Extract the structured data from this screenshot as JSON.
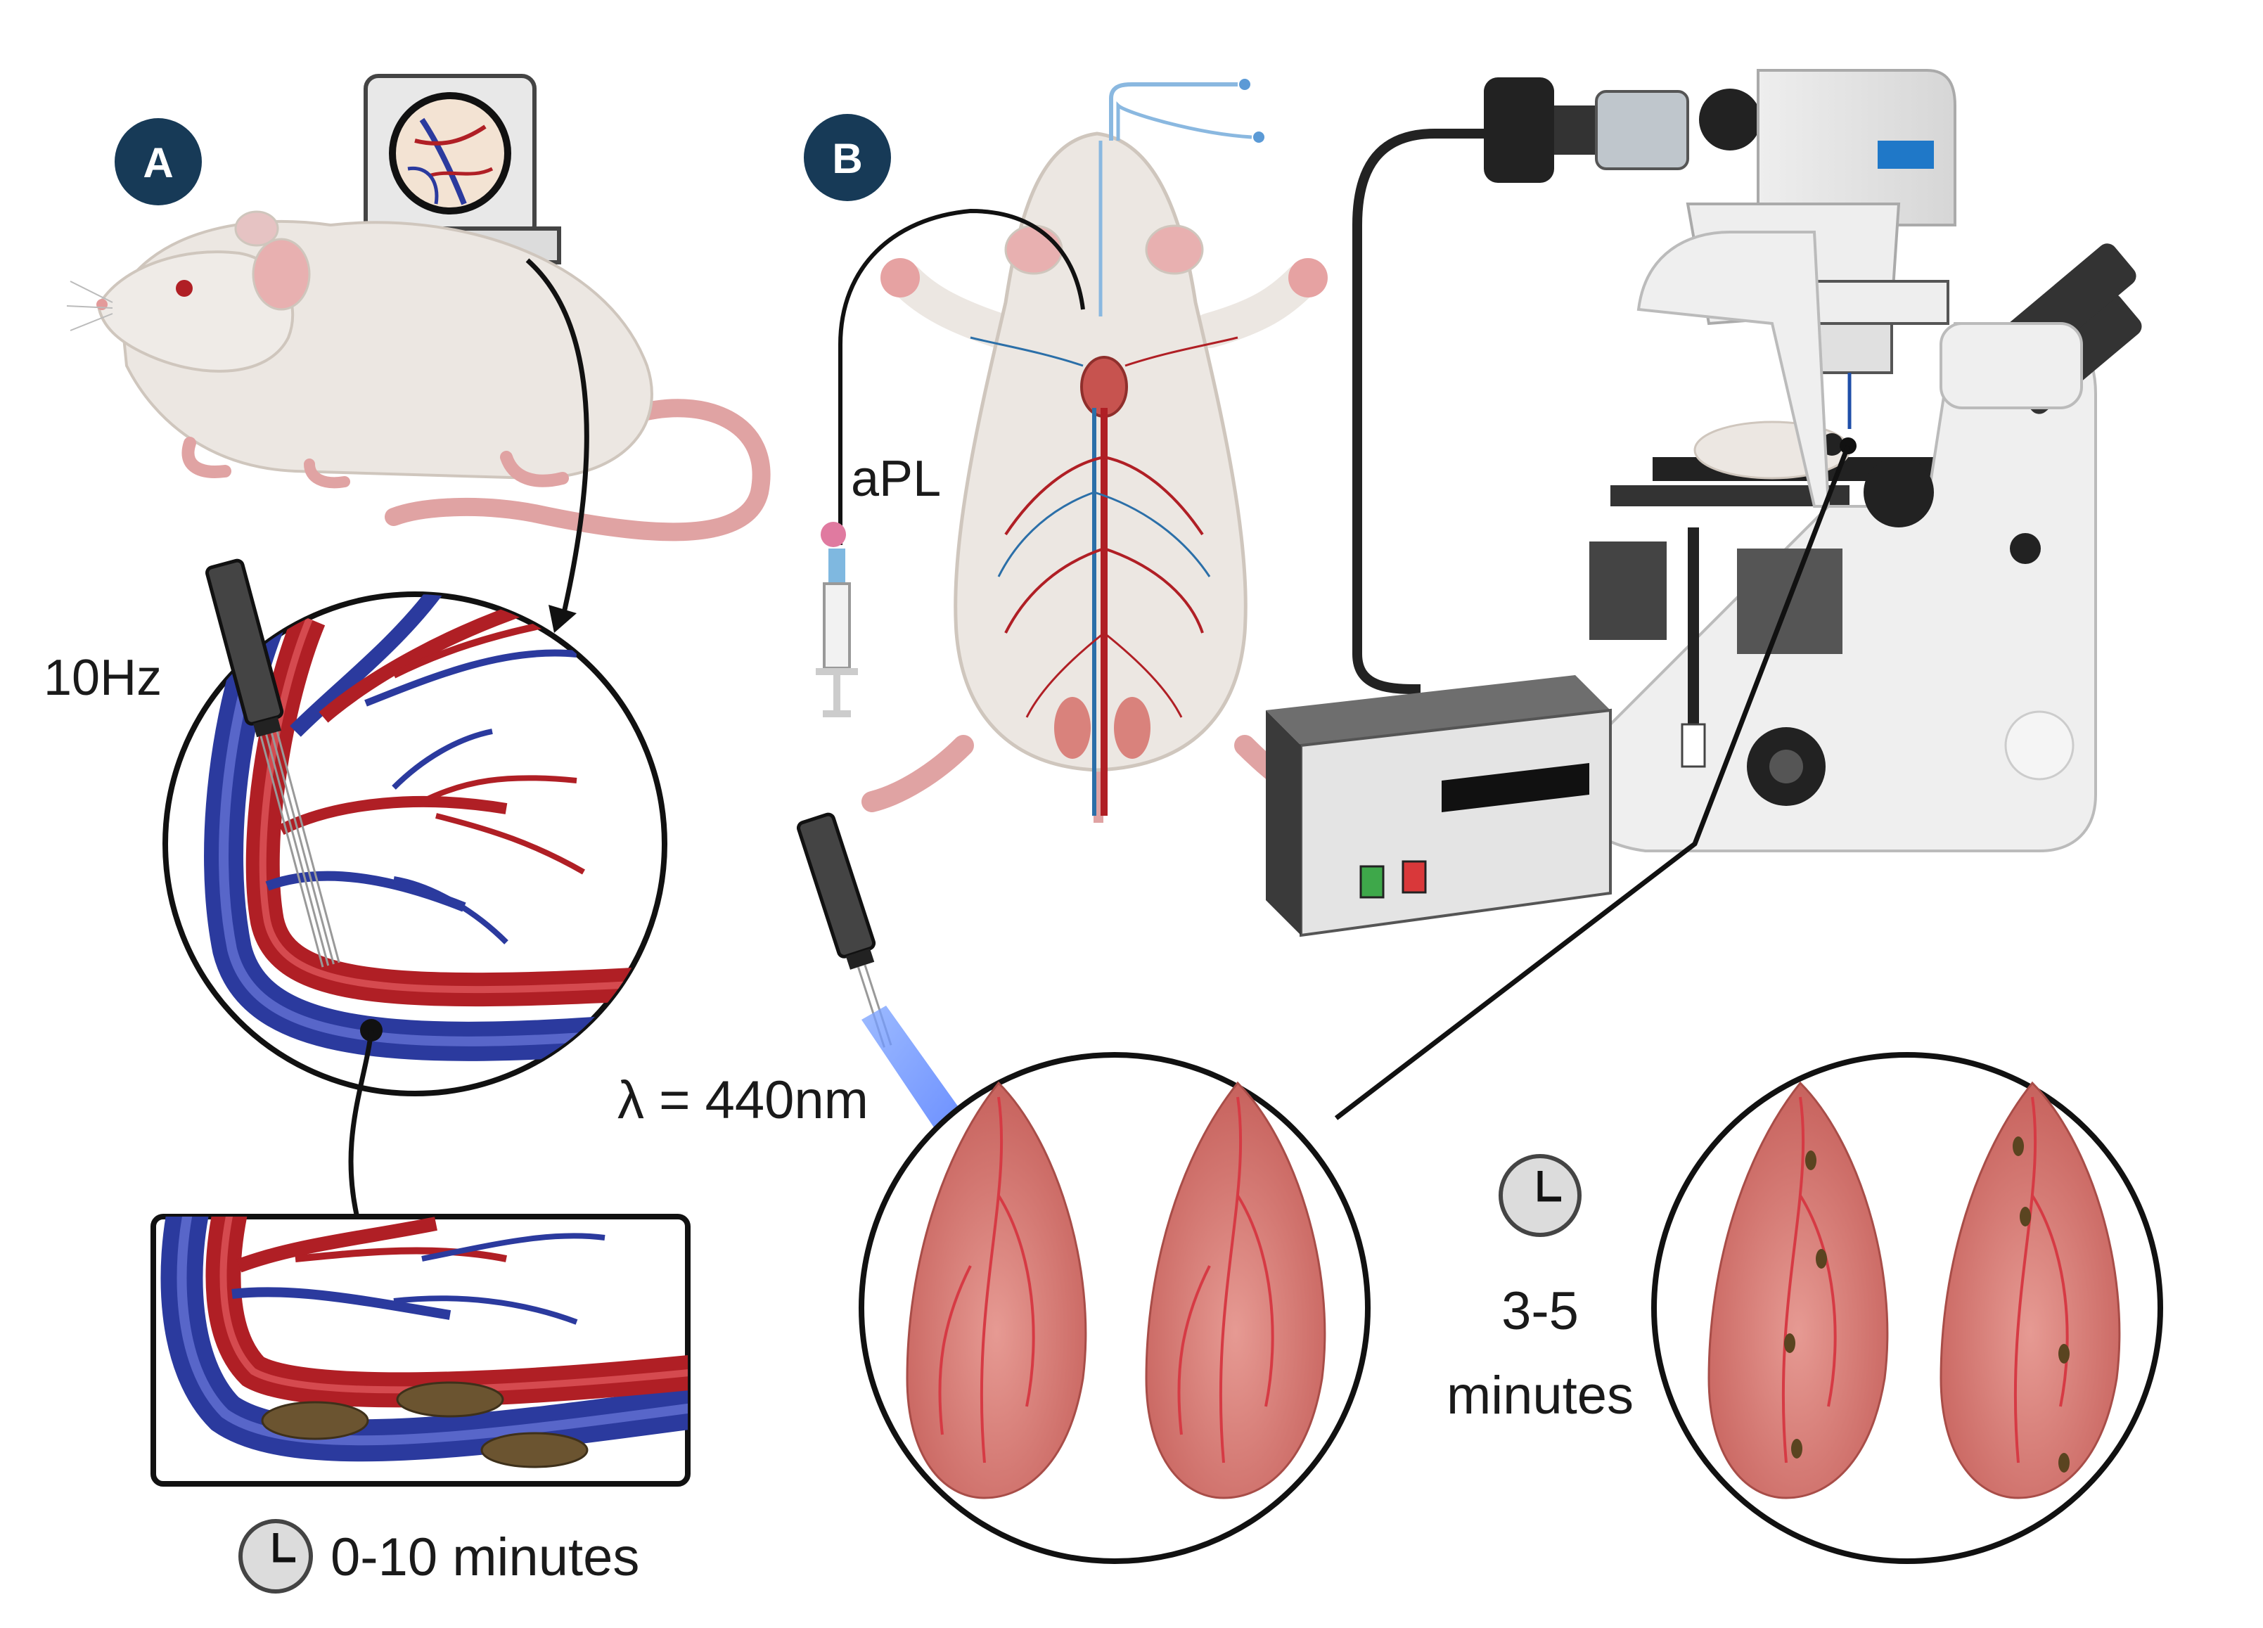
{
  "panel_a": {
    "badge": "A",
    "stimulus_frequency": "10Hz",
    "time_label": "0-10 minutes"
  },
  "panel_b": {
    "badge": "B",
    "injection_label": "aPL",
    "light_wavelength": "λ = 440nm",
    "time_value": "3-5",
    "time_unit": "minutes"
  },
  "colors": {
    "badge_fill": "#173a57",
    "artery_red": "#b01f25",
    "vein_blue": "#2b3a9e",
    "mouse_fur": "#ece7e2",
    "mouse_skin": "#e6a2a2",
    "muscle": "#d9827c",
    "clot": "#6b5430",
    "light_blue": "#3b6fff"
  },
  "icons": [
    "clock-icon",
    "fiber-optic-probe-icon",
    "stimulation-electrode-icon",
    "syringe-icon",
    "microscope-icon",
    "light-source-box-icon",
    "laptop-monitor-icon",
    "mouse-illustration"
  ]
}
